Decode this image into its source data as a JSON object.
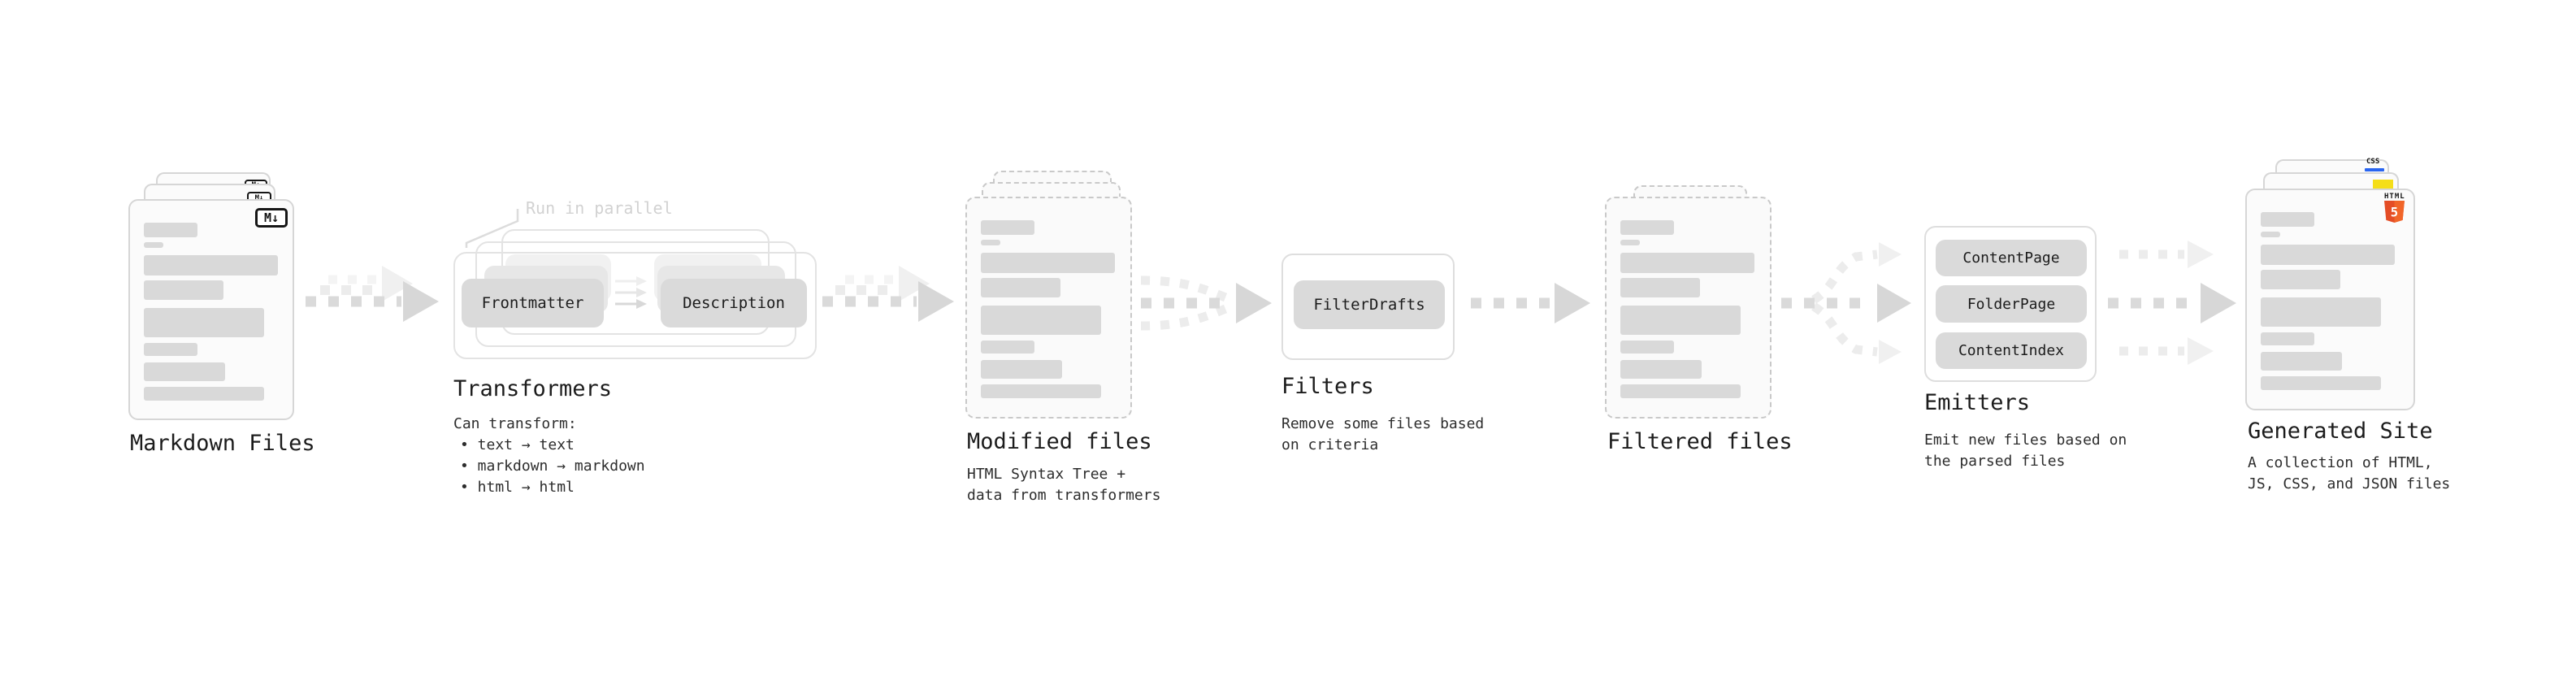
{
  "diagram": {
    "annotation_run_parallel": "Run in parallel",
    "stages": {
      "markdown": {
        "title": "Markdown Files",
        "badge": "M↓"
      },
      "transformers": {
        "title": "Transformers",
        "node_left": "Frontmatter",
        "node_right": "Description",
        "desc_heading": "Can transform:",
        "bullets": [
          "• text → text",
          "• markdown → markdown",
          "• html → html"
        ]
      },
      "modified": {
        "title": "Modified files",
        "desc": "HTML Syntax Tree +\ndata from transformers"
      },
      "filters": {
        "title": "Filters",
        "node": "FilterDrafts",
        "desc": "Remove some files based\non criteria"
      },
      "filtered": {
        "title": "Filtered files"
      },
      "emitters": {
        "title": "Emitters",
        "nodes": [
          "ContentPage",
          "FolderPage",
          "ContentIndex"
        ],
        "desc": "Emit new files based on\nthe parsed files"
      },
      "generated": {
        "title": "Generated Site",
        "desc": "A collection of HTML,\nJS, CSS, and JSON files",
        "badge_html_label": "HTML",
        "badge_html_number": "5",
        "badge_css_label": "CSS"
      }
    },
    "colors": {
      "html_shield": "#e44d26",
      "html_shield_light": "#f16529",
      "js_yellow": "#f5de19",
      "css_blue": "#2965f1",
      "arrow_gray": "#d7d7d7",
      "arrow_ghost": "#f0f0f0"
    }
  }
}
